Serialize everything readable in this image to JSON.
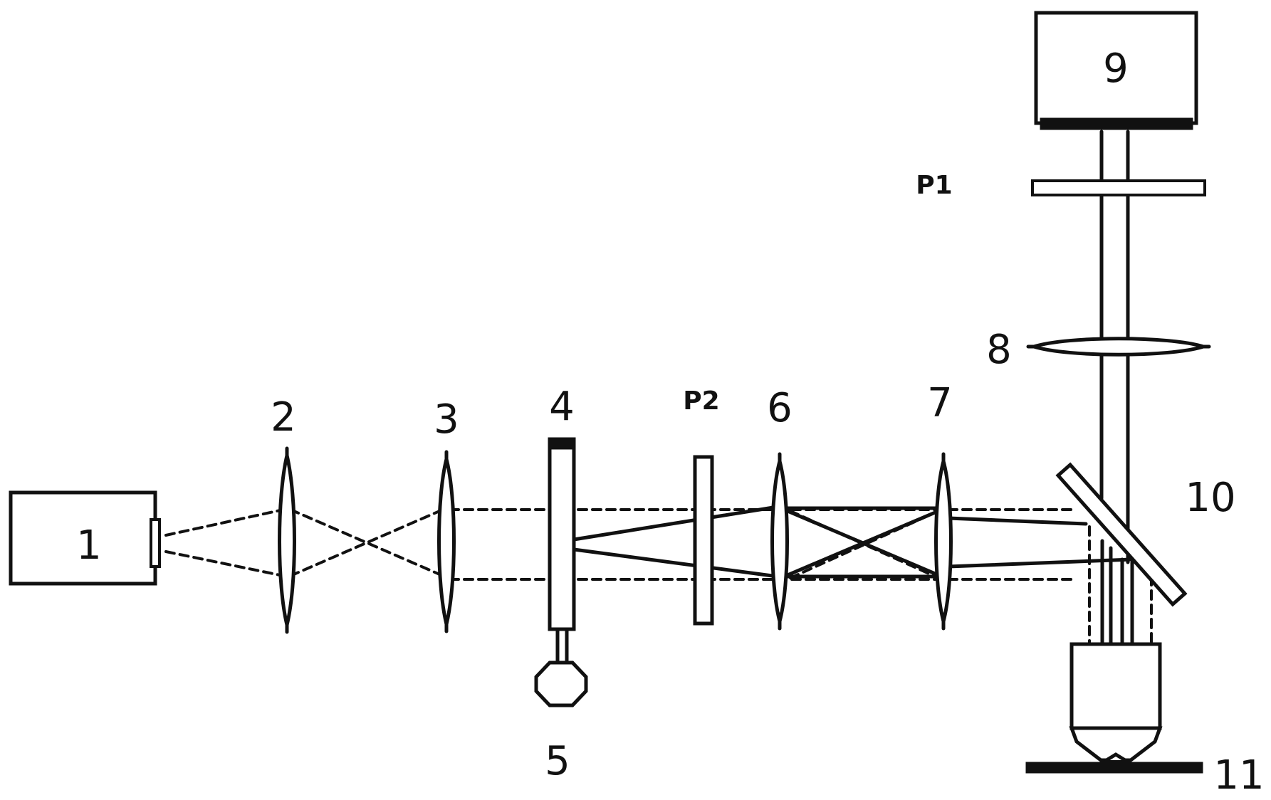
{
  "colors": {
    "ink": "#111111",
    "background": "#ffffff"
  },
  "labels": {
    "laser": "1",
    "lens_2": "2",
    "lens_3": "3",
    "modulator_4": "4",
    "driver_5": "5",
    "lens_6": "6",
    "lens_7": "7",
    "lens_8": "8",
    "camera_9": "9",
    "splitter_10": "10",
    "sample_11": "11",
    "polarizer_p1": "P1",
    "polarizer_p2": "P2"
  }
}
